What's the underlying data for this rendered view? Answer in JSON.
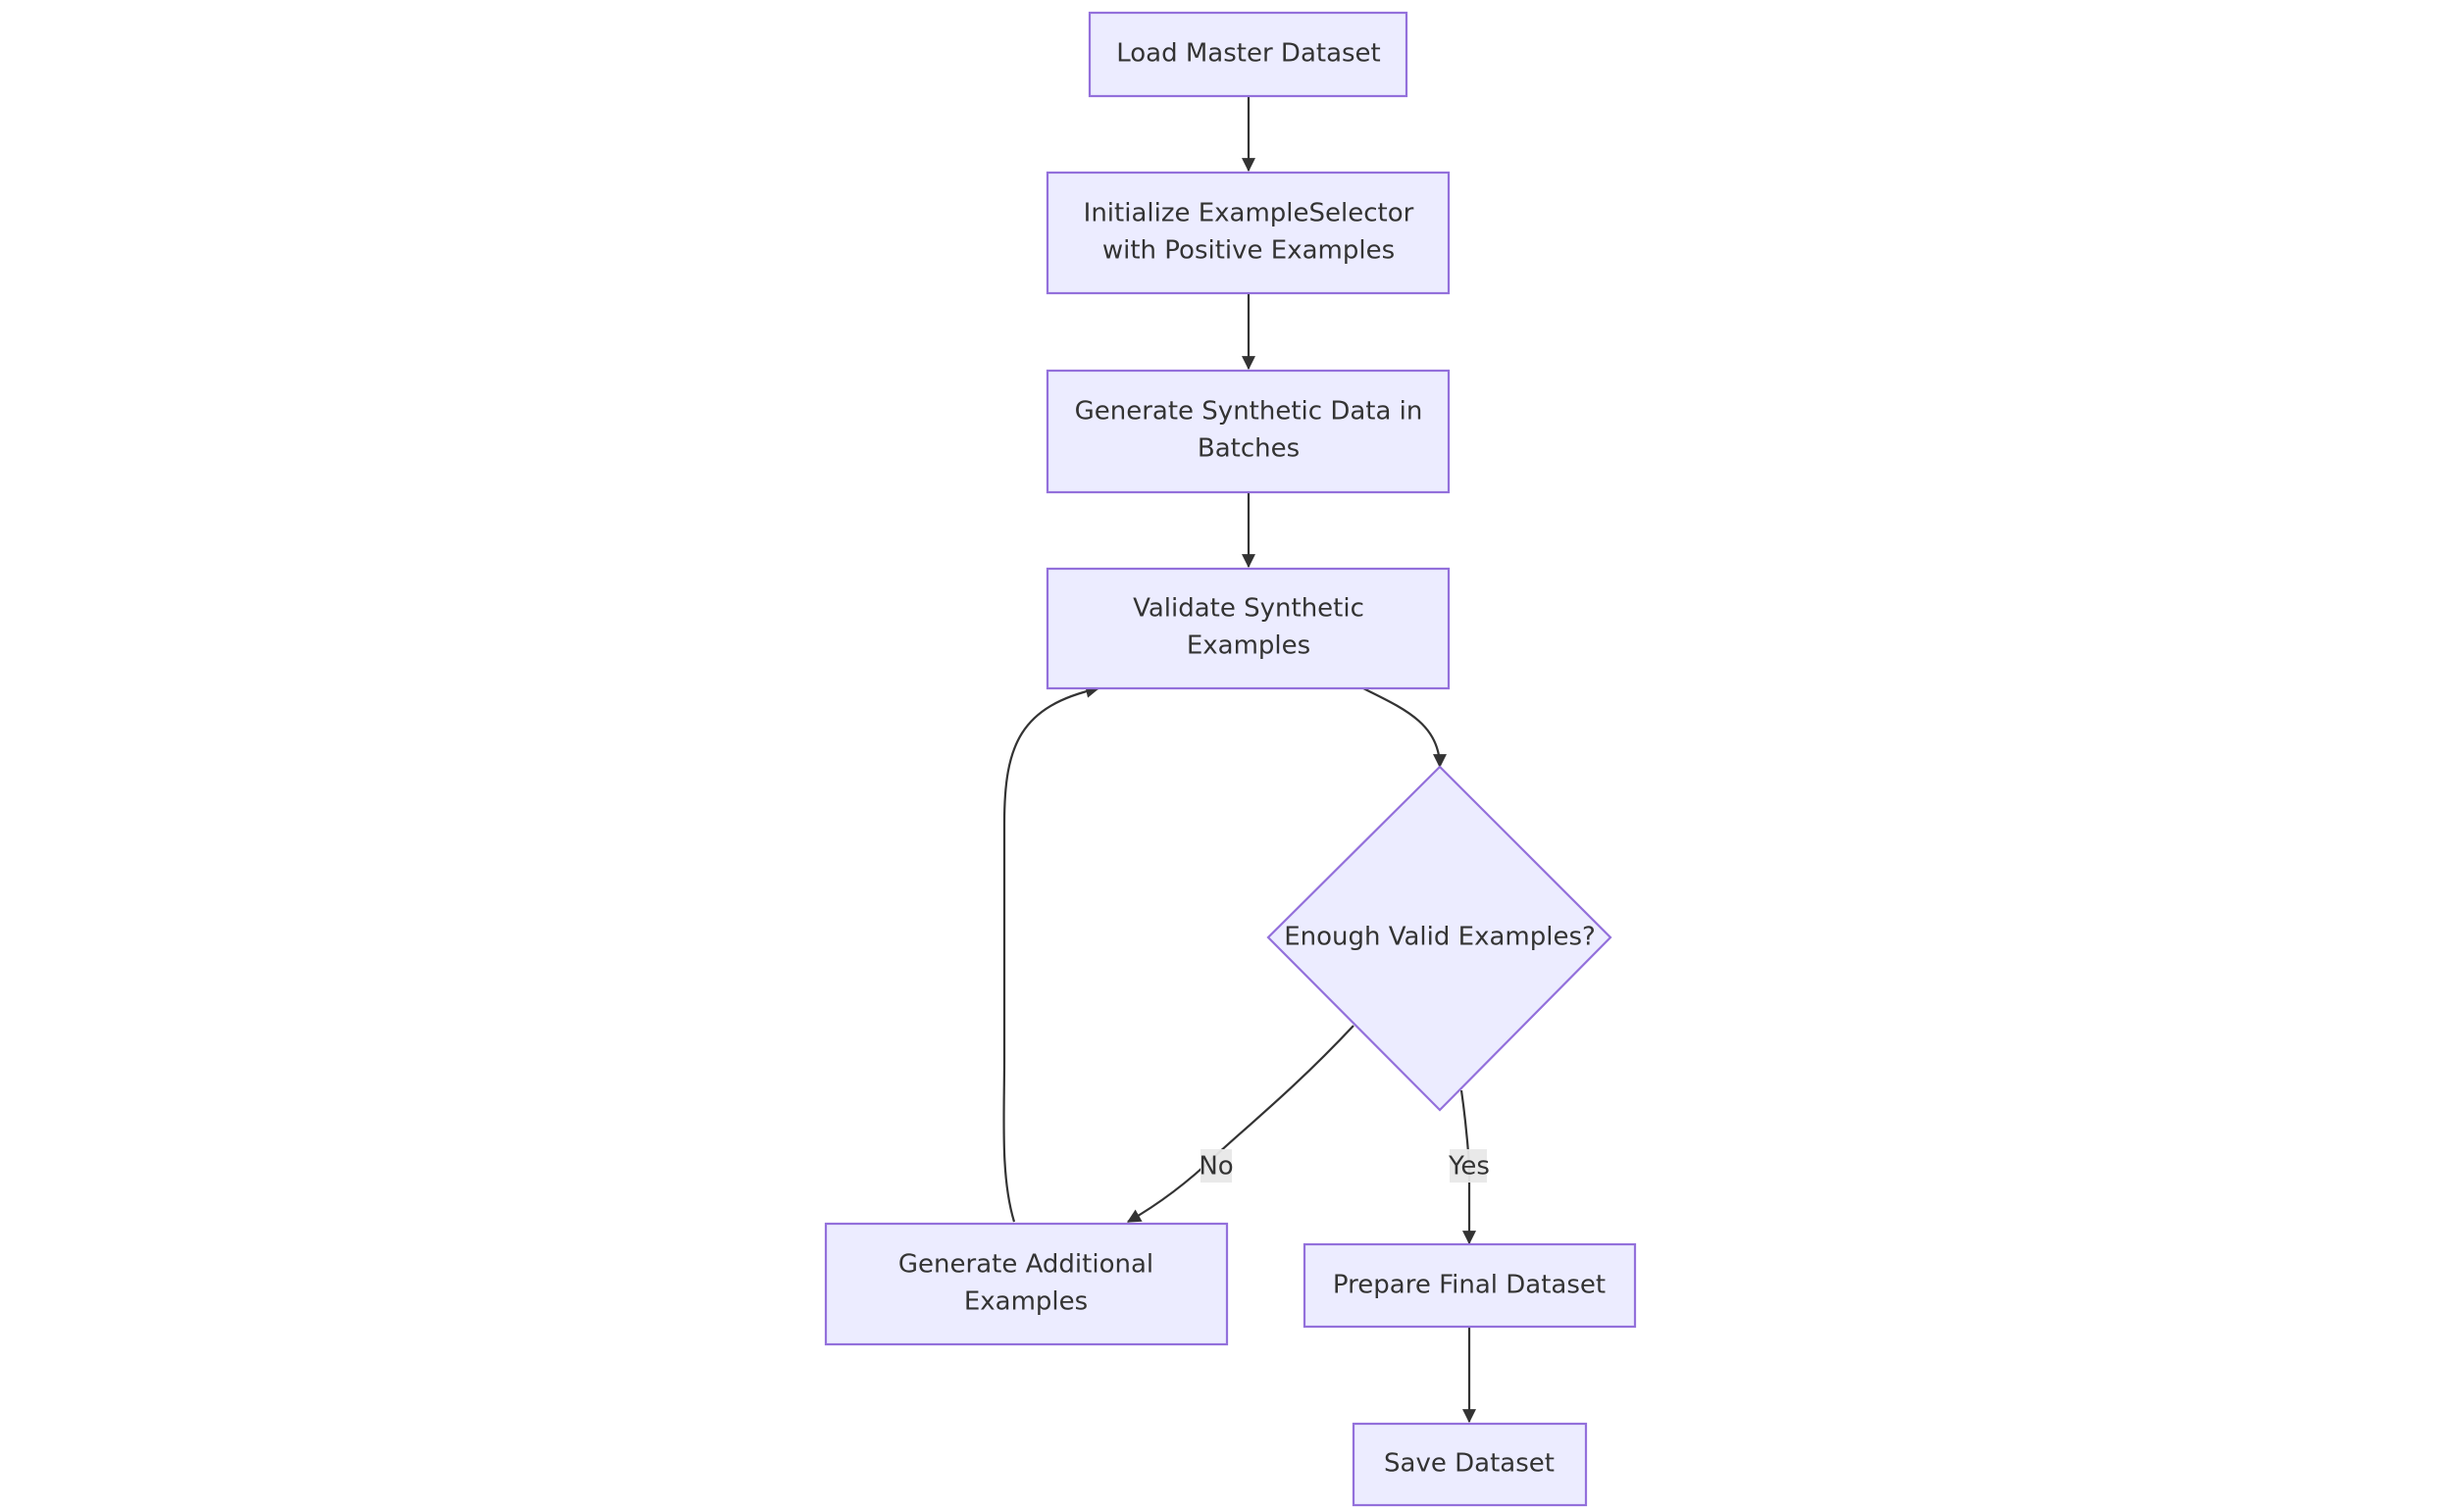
{
  "diagram": {
    "colors": {
      "node_fill": "#ECECFF",
      "node_stroke": "#9370DB",
      "edge": "#333333",
      "label_bg": "#e8e8e8",
      "text": "#333333"
    },
    "nodes": {
      "load_master": {
        "label": "Load Master Dataset"
      },
      "init_selector": {
        "label_line1": "Initialize ExampleSelector",
        "label_line2": "with Positive Examples"
      },
      "generate_batches": {
        "label_line1": "Generate Synthetic Data in",
        "label_line2": "Batches"
      },
      "validate": {
        "label_line1": "Validate Synthetic",
        "label_line2": "Examples"
      },
      "decision": {
        "label": "Enough Valid Examples?"
      },
      "generate_additional": {
        "label_line1": "Generate Additional",
        "label_line2": "Examples"
      },
      "prepare_final": {
        "label": "Prepare Final Dataset"
      },
      "save": {
        "label": "Save Dataset"
      }
    },
    "edges": {
      "no_label": "No",
      "yes_label": "Yes"
    }
  }
}
